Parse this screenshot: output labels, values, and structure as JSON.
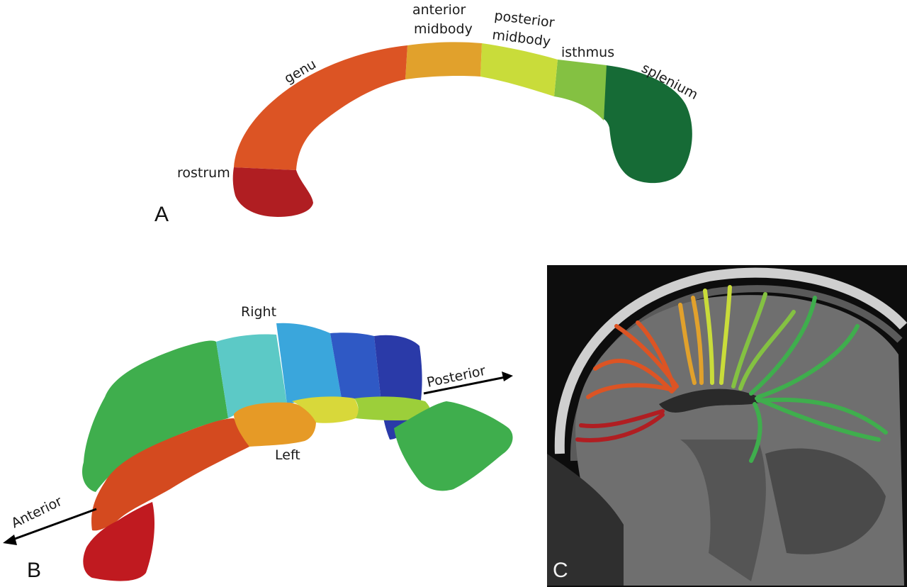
{
  "panels": {
    "a": {
      "letter": "A"
    },
    "b": {
      "letter": "B"
    },
    "c": {
      "letter": "C"
    }
  },
  "segments": {
    "rostrum": {
      "label": "rostrum",
      "color": "#b01e22"
    },
    "genu": {
      "label": "genu",
      "color": "#dc5424"
    },
    "anterior_midbody": {
      "line1": "anterior",
      "line2": "midbody",
      "color": "#e1a12c"
    },
    "posterior_midbody": {
      "line1": "posterior",
      "line2": "midbody",
      "color": "#c9dc3a"
    },
    "isthmus": {
      "label": "isthmus",
      "color": "#84c142"
    },
    "splenium": {
      "label": "splenium",
      "color": "#166b36"
    }
  },
  "directions": {
    "right": "Right",
    "left": "Left",
    "posterior": "Posterior",
    "anterior": "Anterior"
  },
  "colors_3d": {
    "green": "#3fae4d",
    "cyan": "#5cc9c6",
    "sky": "#3aa6dc",
    "blue": "#2f59c5",
    "navy": "#2a3aa8",
    "orange_red": "#d44a1f",
    "orange": "#e69a26",
    "yellow": "#d8d83a",
    "lime": "#9ccf3a",
    "dark_red": "#c01a20"
  }
}
